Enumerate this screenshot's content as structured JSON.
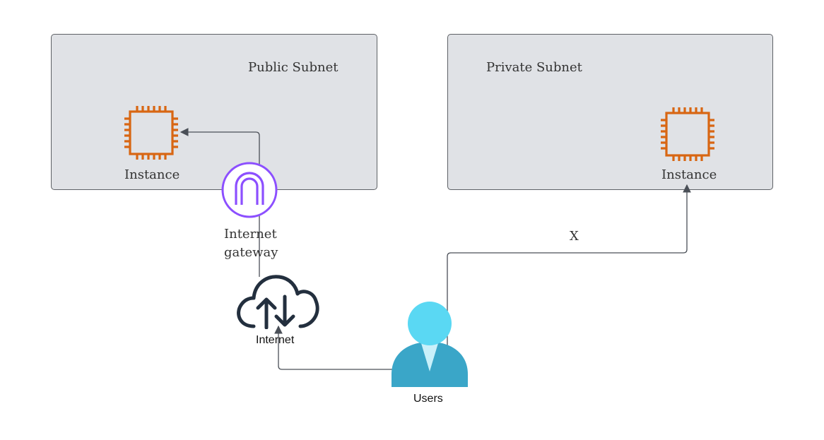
{
  "diagram": {
    "public_subnet": {
      "title": "Public Subnet",
      "instance_label": "Instance"
    },
    "private_subnet": {
      "title": "Private Subnet",
      "instance_label": "Instance"
    },
    "internet_gateway": {
      "label": "Internet gateway"
    },
    "internet": {
      "label": "Internet"
    },
    "users": {
      "label": "Users"
    },
    "blocked_connection": {
      "label": "X"
    }
  },
  "colors": {
    "subnet_fill": "#e0e2e6",
    "subnet_border": "#5e6166",
    "ec2_orange": "#d86613",
    "igw_purple": "#8c4fff",
    "cloud_dark": "#232f3e",
    "user_head": "#5ad8f3",
    "user_body": "#3aa6c8",
    "connector": "#4a4f57"
  },
  "icons": [
    "ec2-instance-icon",
    "internet-gateway-icon",
    "internet-cloud-icon",
    "user-icon"
  ]
}
